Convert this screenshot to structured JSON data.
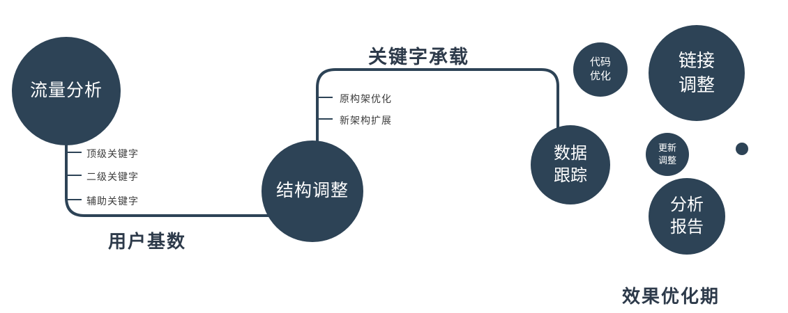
{
  "diagram": {
    "nodes": {
      "traffic_analysis": {
        "label": "流量分析"
      },
      "structure_adjust": {
        "label": "结构调整"
      },
      "data_tracking": {
        "label": "数据\n跟踪"
      },
      "code_optimization": {
        "label": "代码\n优化"
      },
      "link_adjustment": {
        "label": "链接\n调整"
      },
      "update_adjustment": {
        "label": "更新\n调整"
      },
      "analysis_report": {
        "label": "分析\n报告"
      }
    },
    "edge_labels": {
      "user_base": "用户基数",
      "keyword_bearing": "关键字承载"
    },
    "branch_labels": {
      "top_keywords": "顶级关键字",
      "second_keywords": "二级关键字",
      "auxiliary_keywords": "辅助关键字",
      "original_framework": "原构架优化",
      "new_framework": "新架构扩展"
    },
    "footer": "效果优化期",
    "colors": {
      "node": "#2d4356",
      "line": "#2d4356",
      "text_dark": "#2d3a4a"
    }
  }
}
